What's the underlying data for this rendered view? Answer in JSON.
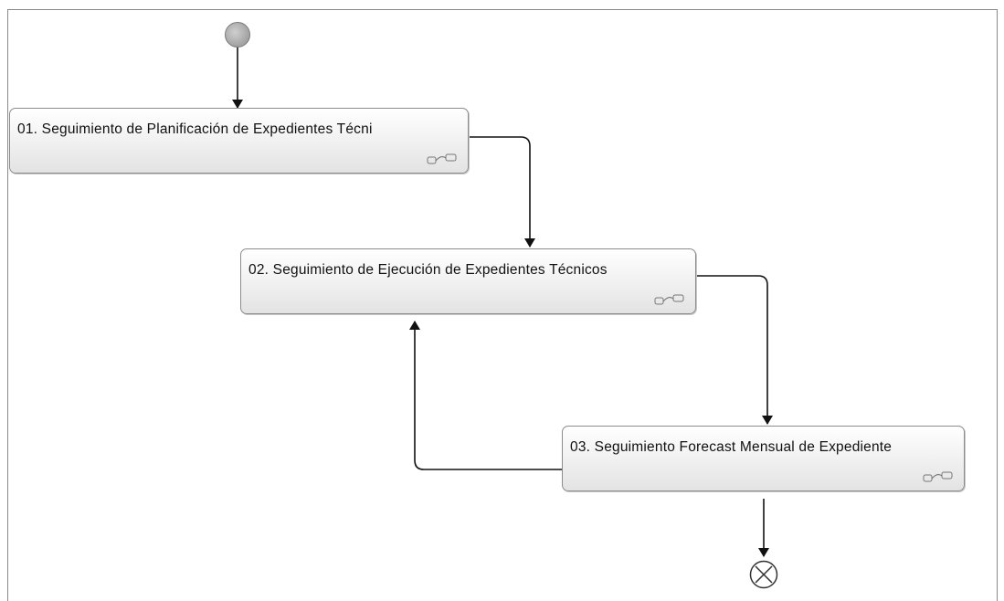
{
  "diagram": {
    "tasks": [
      {
        "id": "t1",
        "label": "01. Seguimiento de Planificación de Expedientes Técni"
      },
      {
        "id": "t2",
        "label": "02. Seguimiento de Ejecución de Expedientes Técnicos"
      },
      {
        "id": "t3",
        "label": "03. Seguimiento Forecast Mensual de Expediente"
      }
    ],
    "start_event": "start-event",
    "end_event": "terminate-end-event",
    "subprocess_icon": "subprocess-link-icon",
    "flows": [
      {
        "from": "start",
        "to": "t1"
      },
      {
        "from": "t1",
        "to": "t2"
      },
      {
        "from": "t2",
        "to": "t3"
      },
      {
        "from": "t3",
        "to": "t2"
      },
      {
        "from": "t3",
        "to": "end"
      }
    ]
  }
}
